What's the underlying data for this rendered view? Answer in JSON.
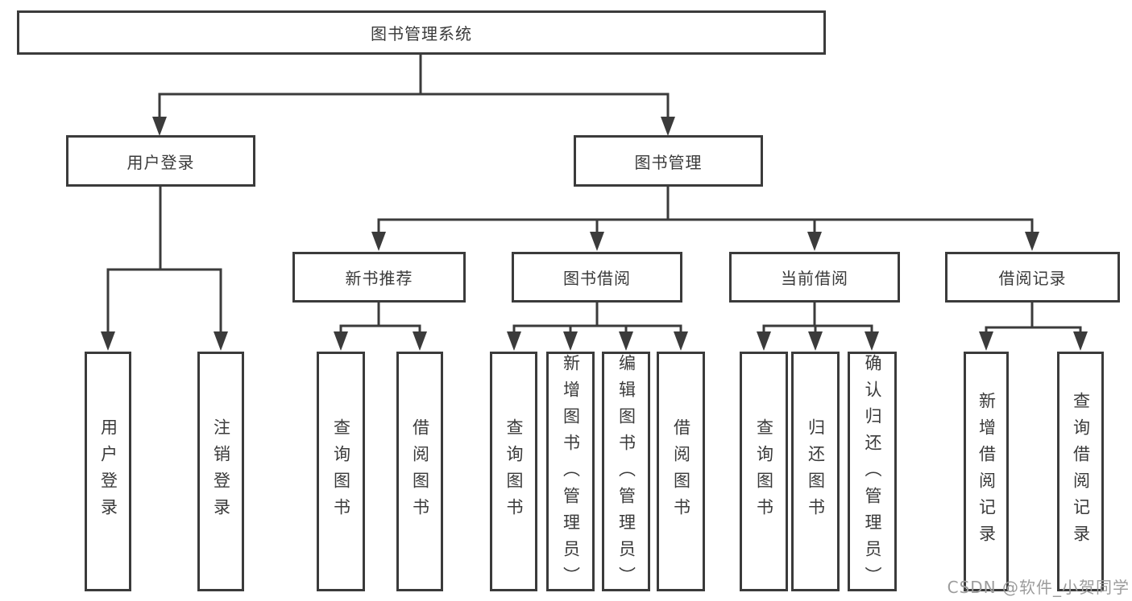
{
  "tree": {
    "label": "图书管理系统",
    "children": [
      {
        "label": "用户登录",
        "children": [
          {
            "label": "用户登录"
          },
          {
            "label": "注销登录"
          }
        ]
      },
      {
        "label": "图书管理",
        "children": [
          {
            "label": "新书推荐",
            "children": [
              {
                "label": "查询图书"
              },
              {
                "label": "借阅图书"
              }
            ]
          },
          {
            "label": "图书借阅",
            "children": [
              {
                "label": "查询图书"
              },
              {
                "label": "新增图书（管理员）"
              },
              {
                "label": "编辑图书（管理员）"
              },
              {
                "label": "借阅图书"
              }
            ]
          },
          {
            "label": "当前借阅",
            "children": [
              {
                "label": "查询图书"
              },
              {
                "label": "归还图书"
              },
              {
                "label": "确认归还（管理员）"
              }
            ]
          },
          {
            "label": "借阅记录",
            "children": [
              {
                "label": "新增借阅记录"
              },
              {
                "label": "查询借阅记录"
              }
            ]
          }
        ]
      }
    ]
  },
  "watermark": {
    "text": "CSDN @软件_小贺同学"
  },
  "colors": {
    "line": "#3b3b3b",
    "text": "#3a3a3a",
    "watermark": "#9c9c9c",
    "background": "#ffffff"
  }
}
